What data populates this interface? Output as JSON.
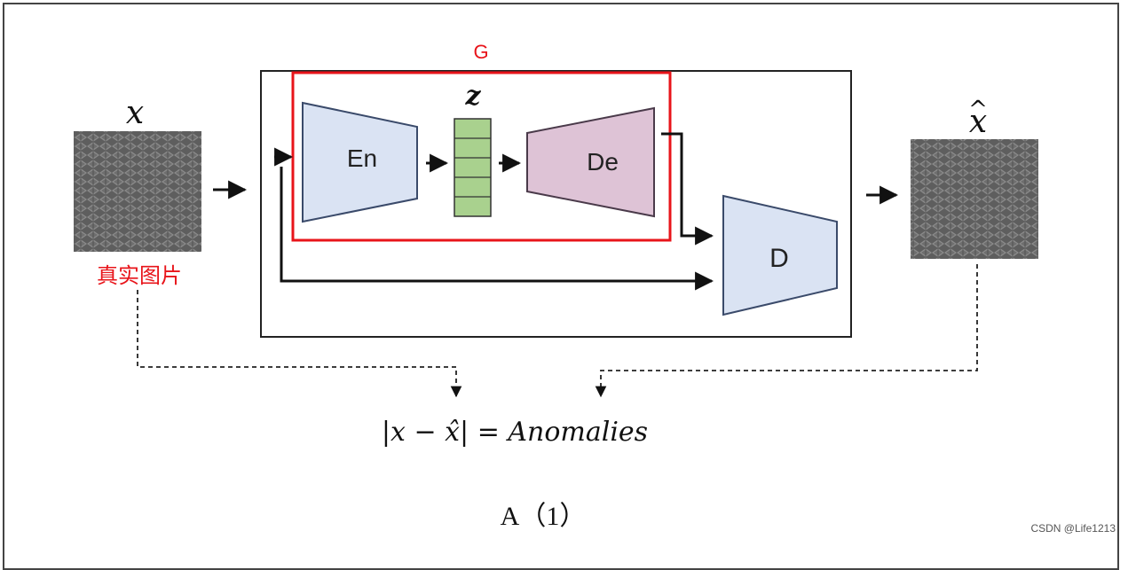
{
  "diagram": {
    "input_label": "x",
    "input_caption": "真实图片",
    "output_label": "x",
    "output_hat": "^",
    "generator_label": "G",
    "encoder_label": "En",
    "latent_label": "z",
    "decoder_label": "De",
    "discriminator_label": "D",
    "formula": "|x − x̂| = Anomalies",
    "figure_caption": "A（1）"
  },
  "watermark": "CSDN @Life1213",
  "colors": {
    "encoder_fill": "#dae3f3",
    "decoder_fill": "#dec3d6",
    "latent_fill": "#a9d18e",
    "generator_border": "#e8141a",
    "caption_red": "#e8141a",
    "texture_base": "#6d6d6d"
  }
}
